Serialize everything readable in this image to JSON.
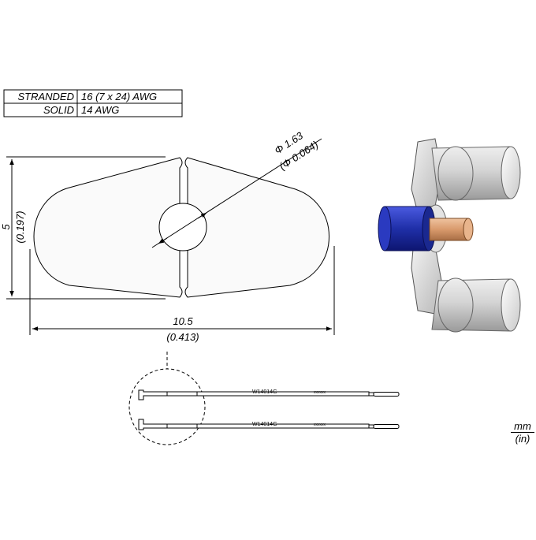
{
  "spec_table": {
    "rows": [
      {
        "label": "STRANDED",
        "value": "16 (7 x 24) AWG"
      },
      {
        "label": "SOLID",
        "value": "14 AWG"
      }
    ]
  },
  "dimensions": {
    "hole_mm": "Φ 1.63",
    "hole_in": "(Φ 0.064)",
    "height_mm": "5",
    "height_in": "(0.197)",
    "width_mm": "10.5",
    "width_in": "(0.413)"
  },
  "cartridge": {
    "model": "W14014G",
    "serial": "xxxxxx"
  },
  "units": {
    "metric": "mm",
    "imperial": "(in)"
  },
  "colors": {
    "line": "#000000",
    "insulation": "#1f2fa8",
    "copper": "#d99a6c",
    "metal": "#c8c8c8",
    "tip_fill": "#fafafa"
  },
  "icons": [
    "wire-insulation-icon",
    "copper-conductor-icon",
    "soldering-tip-render"
  ]
}
